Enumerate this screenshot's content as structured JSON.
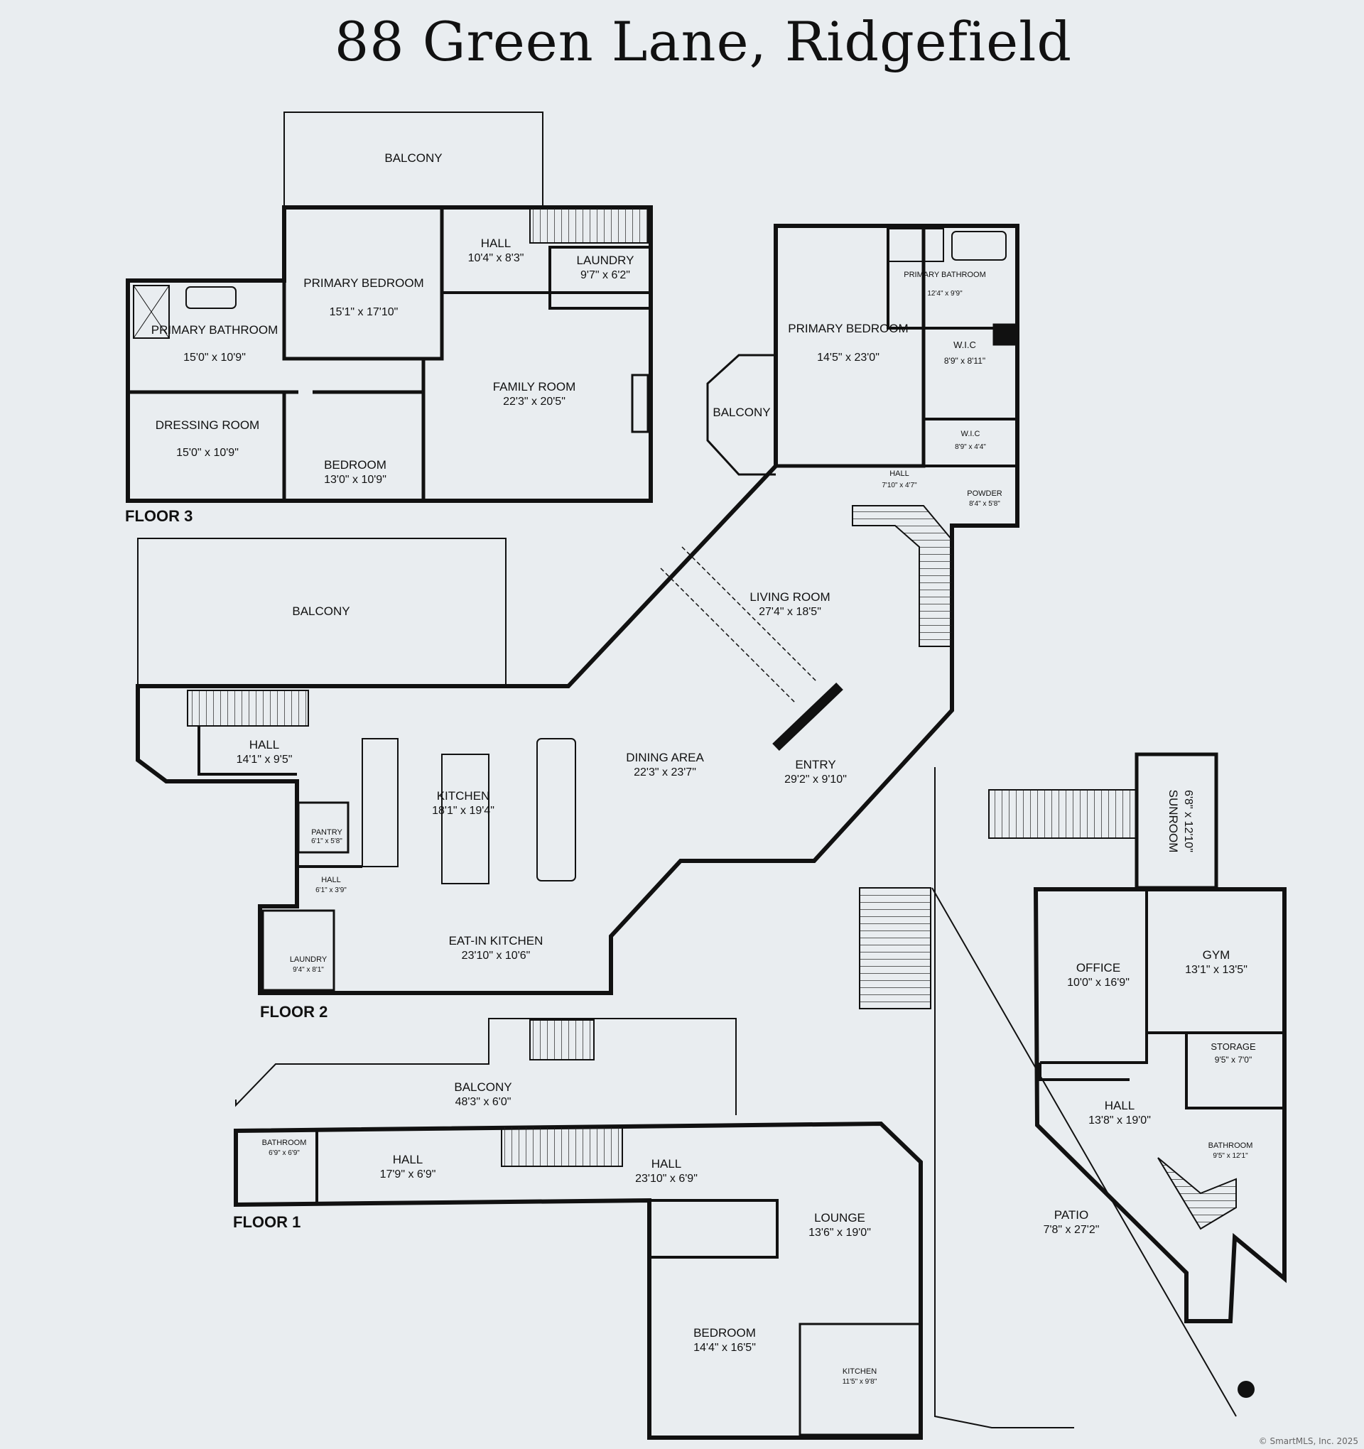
{
  "title": "88 Green Lane, Ridgefield",
  "copyright": "© SmartMLS, Inc. 2025",
  "floors": [
    {
      "label": "FLOOR 3",
      "rooms": [
        {
          "name": "BALCONY",
          "dims": ""
        },
        {
          "name": "HALL",
          "dims": "10'4\" x 8'3\""
        },
        {
          "name": "LAUNDRY",
          "dims": "9'7\" x 6'2\""
        },
        {
          "name": "PRIMARY BEDROOM",
          "dims": "15'1\" x 17'10\""
        },
        {
          "name": "PRIMARY BATHROOM",
          "dims": "15'0\" x 10'9\""
        },
        {
          "name": "FAMILY ROOM",
          "dims": "22'3\" x 20'5\""
        },
        {
          "name": "DRESSING ROOM",
          "dims": "15'0\" x 10'9\""
        },
        {
          "name": "BEDROOM",
          "dims": "13'0\" x 10'9\""
        }
      ]
    },
    {
      "label": "FLOOR 2",
      "rooms": [
        {
          "name": "BALCONY",
          "dims": ""
        },
        {
          "name": "HALL",
          "dims": "14'1\" x 9'5\""
        },
        {
          "name": "KITCHEN",
          "dims": "18'1\" x 19'4\""
        },
        {
          "name": "PANTRY",
          "dims": "6'1\" x 5'8\""
        },
        {
          "name": "HALL",
          "dims": "6'1\" x 3'9\""
        },
        {
          "name": "LAUNDRY",
          "dims": "9'4\" x 8'1\""
        },
        {
          "name": "EAT-IN KITCHEN",
          "dims": "23'10\" x 10'6\""
        },
        {
          "name": "DINING AREA",
          "dims": "22'3\" x 23'7\""
        },
        {
          "name": "LIVING ROOM",
          "dims": "27'4\" x 18'5\""
        },
        {
          "name": "ENTRY",
          "dims": "29'2\" x 9'10\""
        },
        {
          "name": "PRIMARY BEDROOM",
          "dims": "14'5\" x 23'0\""
        },
        {
          "name": "PRIMARY BATHROOM",
          "dims": "12'4\" x 9'9\""
        },
        {
          "name": "W.I.C",
          "dims": "8'9\" x 8'11\""
        },
        {
          "name": "W.I.C",
          "dims": "8'9\" x 4'4\""
        },
        {
          "name": "HALL",
          "dims": "7'10\" x 4'7\""
        },
        {
          "name": "POWDER",
          "dims": "8'4\" x 5'8\""
        },
        {
          "name": "BALCONY",
          "dims": ""
        }
      ]
    },
    {
      "label": "FLOOR 1",
      "rooms": [
        {
          "name": "BALCONY",
          "dims": "48'3\" x 6'0\""
        },
        {
          "name": "BATHROOM",
          "dims": "6'9\" x 6'9\""
        },
        {
          "name": "HALL",
          "dims": "17'9\" x 6'9\""
        },
        {
          "name": "HALL",
          "dims": "23'10\" x 6'9\""
        },
        {
          "name": "LOUNGE",
          "dims": "13'6\" x 19'0\""
        },
        {
          "name": "BEDROOM",
          "dims": "14'4\" x 16'5\""
        },
        {
          "name": "KITCHEN",
          "dims": "11'5\" x 9'8\""
        },
        {
          "name": "PATIO",
          "dims": "7'8\" x 27'2\""
        },
        {
          "name": "SUNROOM",
          "dims": "6'8\" x 12'10\""
        },
        {
          "name": "OFFICE",
          "dims": "10'0\" x 16'9\""
        },
        {
          "name": "GYM",
          "dims": "13'1\" x 13'5\""
        },
        {
          "name": "STORAGE",
          "dims": "9'5\" x 7'0\""
        },
        {
          "name": "HALL",
          "dims": "13'8\" x 19'0\""
        },
        {
          "name": "BATHROOM",
          "dims": "9'5\" x 12'1\""
        }
      ]
    }
  ]
}
